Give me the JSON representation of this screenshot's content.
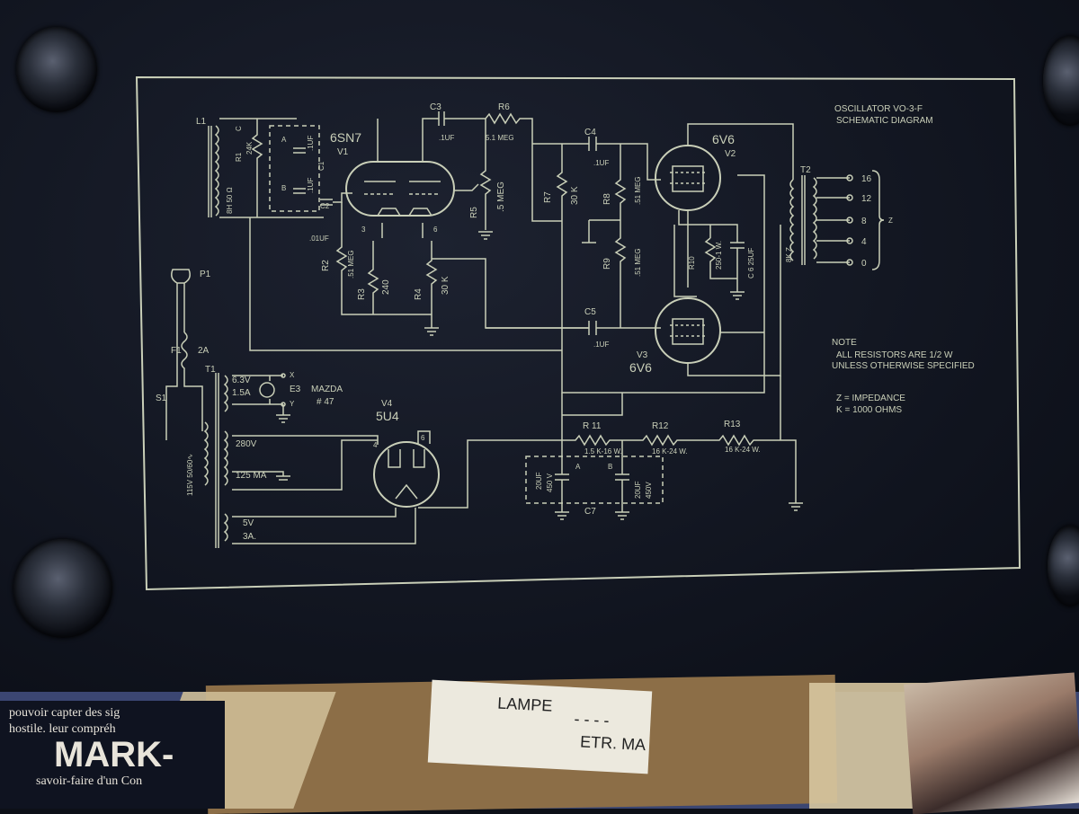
{
  "diagram": {
    "title": "OSCILLATOR VO-3-F",
    "subtitle": "SCHEMATIC DIAGRAM",
    "note": {
      "heading": "NOTE",
      "line1": "ALL RESISTORS ARE 1/2 W",
      "line2": "UNLESS OTHERWISE SPECIFIED",
      "legend1": "Z = IMPEDANCE",
      "legend2": "K = 1000 OHMS"
    },
    "tubes": {
      "v1_type": "6SN7",
      "v1_id": "V1",
      "v2_type": "6V6",
      "v2_id": "V2",
      "v3_id": "V3",
      "v3_type": "6V6",
      "v4_id": "V4",
      "v4_type": "5U4"
    },
    "components": {
      "l1": "L1",
      "l1_value": "8H 50 Ω",
      "r1": "R1",
      "r1_value": "24K",
      "c": "C",
      "a": "A",
      "b": "B",
      "c1": "C1",
      "c1_value": ".1UF",
      "c1b_value": ".1UF",
      "c1c_value": ".1UF",
      "c2": "C2",
      "c2_value": ".01UF",
      "c3": "C3",
      "c3_value": ".1UF",
      "r6": "R6",
      "r6_value": "5.1 MEG",
      "r5": "R5",
      "r5_value": ".5 MEG",
      "c4": "C4",
      "c4_value": ".1UF",
      "r7": "R7",
      "r7_value": "30 K",
      "r8": "R8",
      "r8_value": ".51 MEG",
      "r9": "R9",
      "r9_value": ".51 MEG",
      "r10": "R10",
      "r10_value": "250-1 W.",
      "c6": "C 6 25UF",
      "r2": "R2",
      "r2_value": ".51 MEG",
      "r3": "R3",
      "r3_value": "240",
      "r4": "R4",
      "r4_value": "30 K",
      "c5": "C5",
      "c5_value": ".1UF",
      "t2": "T2",
      "t2_z": "8K Z",
      "taps": [
        "16",
        "12",
        "8",
        "4",
        "0"
      ],
      "z_mark": "Z",
      "p1": "P1",
      "f1": "F1",
      "f1_value": "2A",
      "s1": "S1",
      "t1": "T1",
      "t1_primary": "115V 50/60∿",
      "fil_v": "6.3V",
      "fil_a": "1.5A",
      "e3": "E3",
      "lamp": "MAZDA",
      "lamp_no": "# 47",
      "x": "X",
      "y": "Y",
      "hv": "280V",
      "hv_ma": "125 MA",
      "rect_v": "5V",
      "rect_a": "3A.",
      "r11": "R 11",
      "r11_value": "1.5 K-16 W.",
      "r12": "R12",
      "r12_value": "16 K-24 W.",
      "r13": "R13",
      "r13_value": "16 K-24 W.",
      "c7": "C7",
      "c7a_value": "20UF",
      "c7a_volt": "450 V",
      "c7b_value": "20UF",
      "c7b_volt": "450V"
    }
  },
  "desk": {
    "sticker_line1": "LAMPE",
    "sticker_line2": "- - - -",
    "sticker_line3": "ETR. MA",
    "magazine_line1": "pouvoir capter des sig",
    "magazine_line2": "hostile. leur compréh",
    "magazine_title": "MARK-",
    "magazine_line3": "savoir-faire d'un Con"
  }
}
